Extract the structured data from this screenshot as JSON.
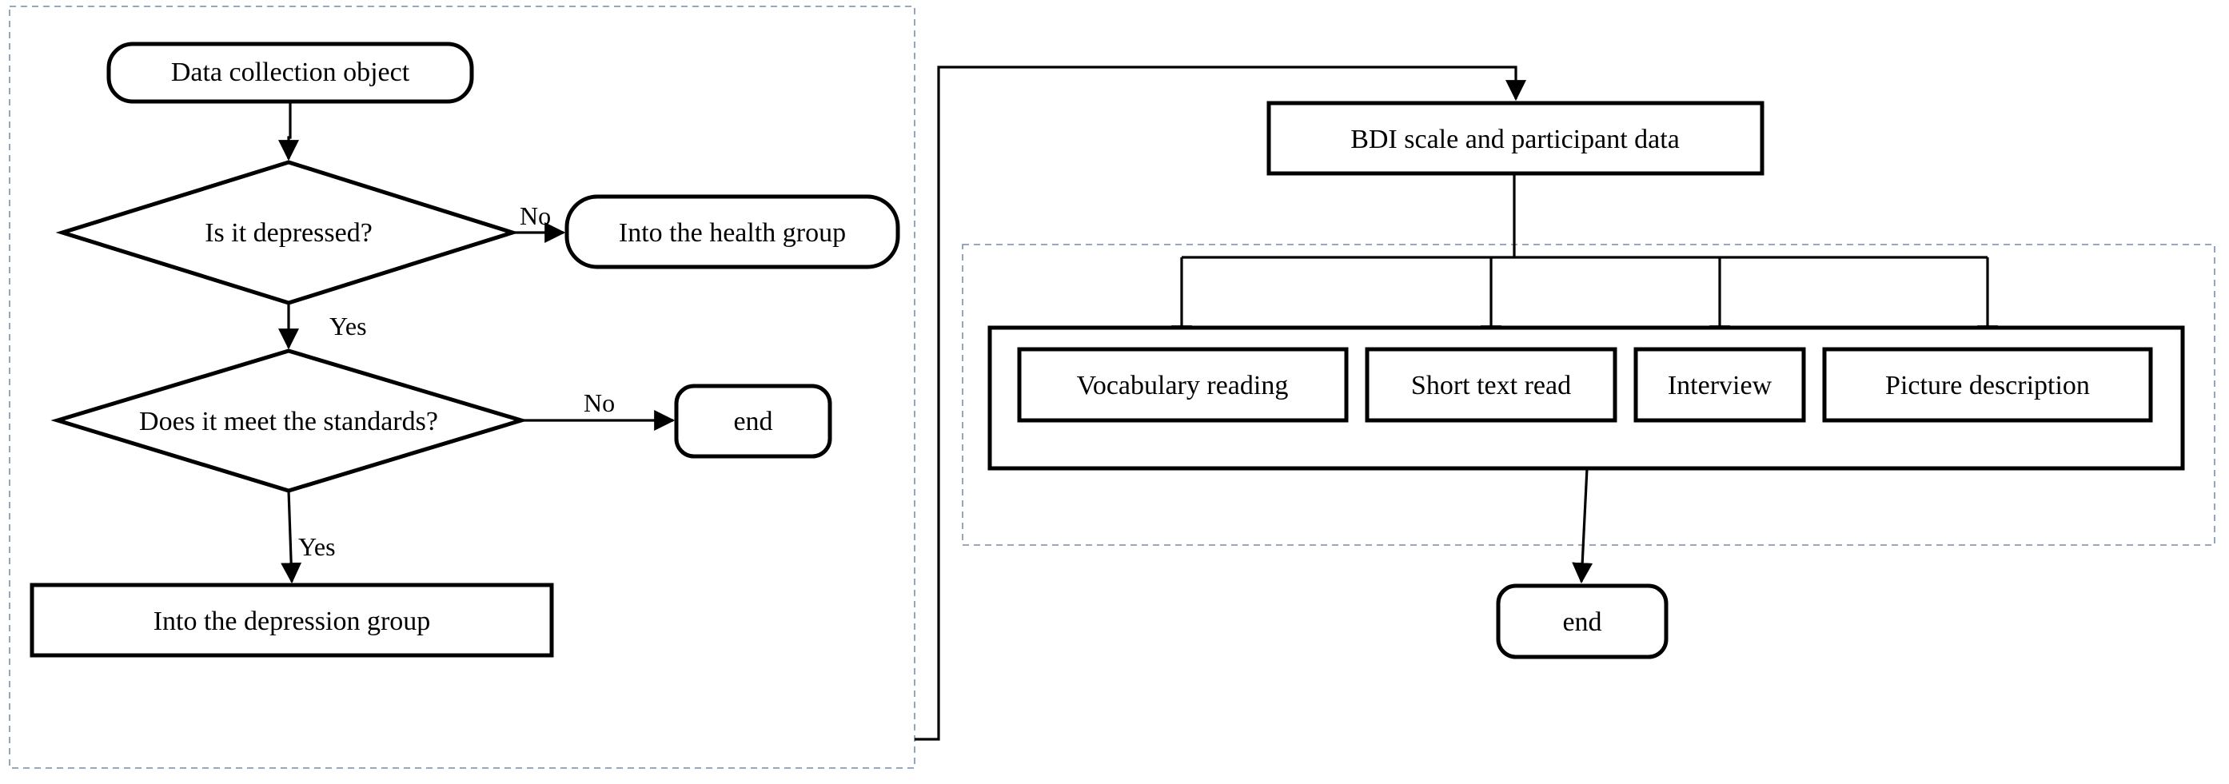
{
  "nodes": {
    "data_collection": "Data collection object",
    "is_depressed": "Is it depressed?",
    "health_group": "Into the health group",
    "meets_standards": "Does it meet the standards?",
    "end_left": "end",
    "depression_group": "Into the depression group",
    "bdi_scale": "BDI scale and participant data",
    "vocabulary_reading": "Vocabulary reading",
    "short_text_read": "Short text read",
    "interview": "Interview",
    "picture_description": "Picture description",
    "end_right": "end"
  },
  "edge_labels": {
    "no_1": "No",
    "yes_1": "Yes",
    "no_2": "No",
    "yes_2": "Yes"
  }
}
